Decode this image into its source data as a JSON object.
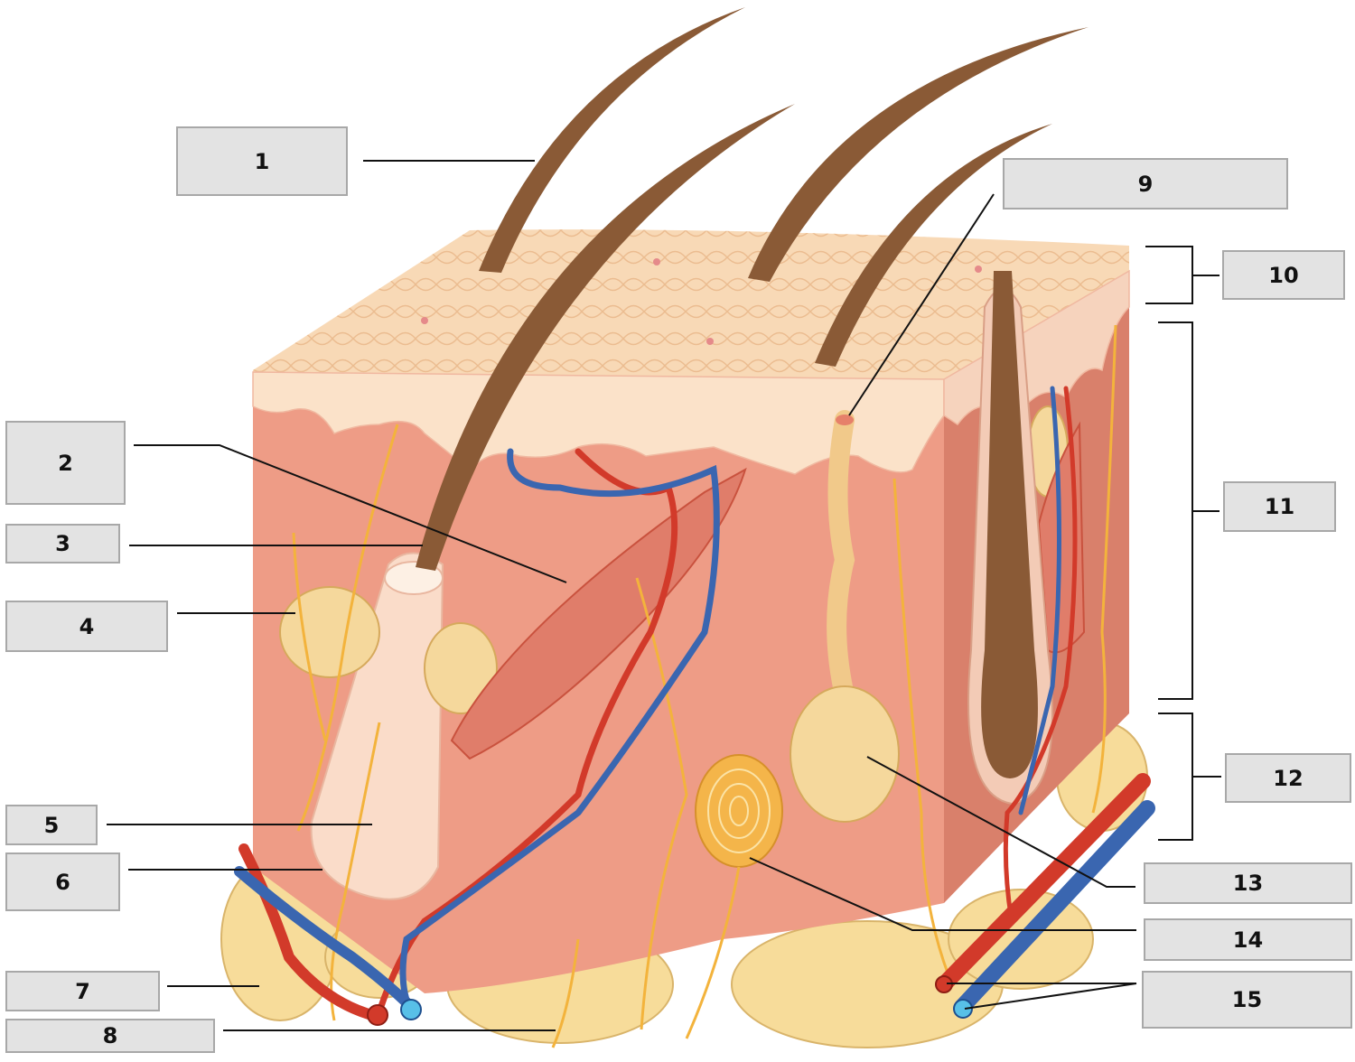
{
  "labels": [
    "1",
    "2",
    "3",
    "4",
    "5",
    "6",
    "7",
    "8",
    "9",
    "10",
    "11",
    "12",
    "13",
    "14",
    "15"
  ],
  "colors": {
    "epidermis_top": "#f8d9b6",
    "dermis": "#ee9c86",
    "dermis_dark": "#d9806b",
    "fat": "#f7dc9a",
    "fat_outline": "#d9b46a",
    "hair": "#8a5a36",
    "artery": "#d23a2a",
    "vein": "#3a66b0",
    "nerve": "#f3b33c",
    "box_fill": "#e3e3e3",
    "box_border": "#a8a8a8"
  }
}
